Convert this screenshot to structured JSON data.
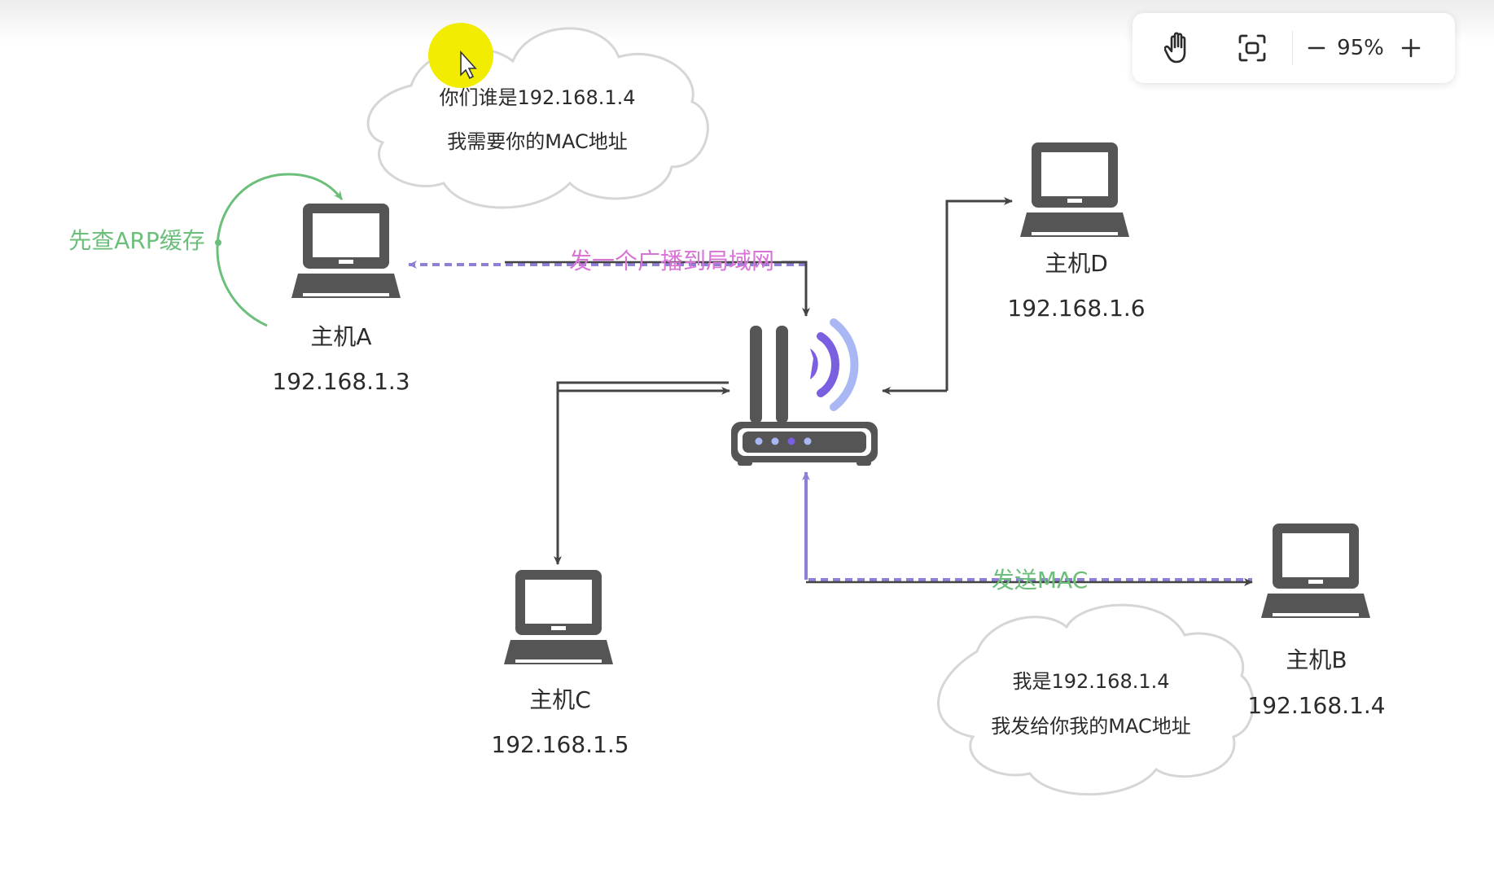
{
  "hosts": [
    {
      "id": "a",
      "name": "主机A",
      "ip": "192.168.1.3"
    },
    {
      "id": "b",
      "name": "主机B",
      "ip": "192.168.1.4"
    },
    {
      "id": "c",
      "name": "主机C",
      "ip": "192.168.1.5"
    },
    {
      "id": "d",
      "name": "主机D",
      "ip": "192.168.1.6"
    }
  ],
  "annotations": {
    "check_arp_cache": "先查ARP缓存",
    "broadcast": "发一个广播到局域网",
    "send_mac": "发送MAC"
  },
  "clouds": {
    "request": {
      "line1": "你们谁是192.168.1.4",
      "line2": "我需要你的MAC地址"
    },
    "reply": {
      "line1": "我是192.168.1.4",
      "line2": "我发给你我的MAC地址"
    }
  },
  "toolbar": {
    "zoom_level": "95%",
    "hand_icon": "hand-icon",
    "fit_icon": "fit-screen-icon",
    "zoom_out_icon": "minus-icon",
    "zoom_in_icon": "plus-icon"
  },
  "colors": {
    "device": "#555555",
    "arrow": "#444444",
    "dashed": "#8f7fd6",
    "green": "#6cbf7a",
    "pink": "#d774d6",
    "wifi_dark": "#7a5fe0",
    "wifi_light": "#a9b8f5",
    "cursor_highlight": "#f2ec00"
  }
}
